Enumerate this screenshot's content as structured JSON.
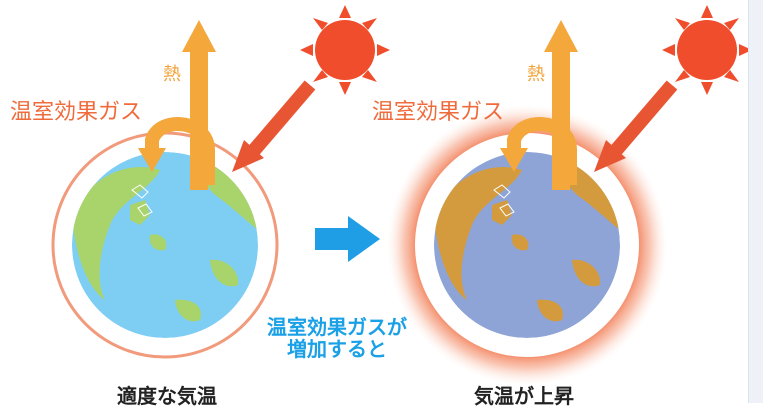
{
  "left_panel": {
    "ghg_label": "温室効果ガス",
    "heat_label": "熱",
    "caption": "適度な気温"
  },
  "right_panel": {
    "ghg_label": "温室効果ガス",
    "heat_label": "熱",
    "caption": "気温が上昇"
  },
  "transition_note": {
    "line1": "温室効果ガスが",
    "line2": "増加すると"
  },
  "colors": {
    "sun": "#ef4d2c",
    "sun_ray": "#e85533",
    "heat_arrow": "#f4a73b",
    "ghg_ring": "#f19a7c",
    "ocean_normal": "#7ecef4",
    "land_normal": "#a9d36b",
    "ocean_hot": "#8ea4d6",
    "land_hot": "#d39b3d",
    "transition_arrow": "#1f9ee6"
  }
}
